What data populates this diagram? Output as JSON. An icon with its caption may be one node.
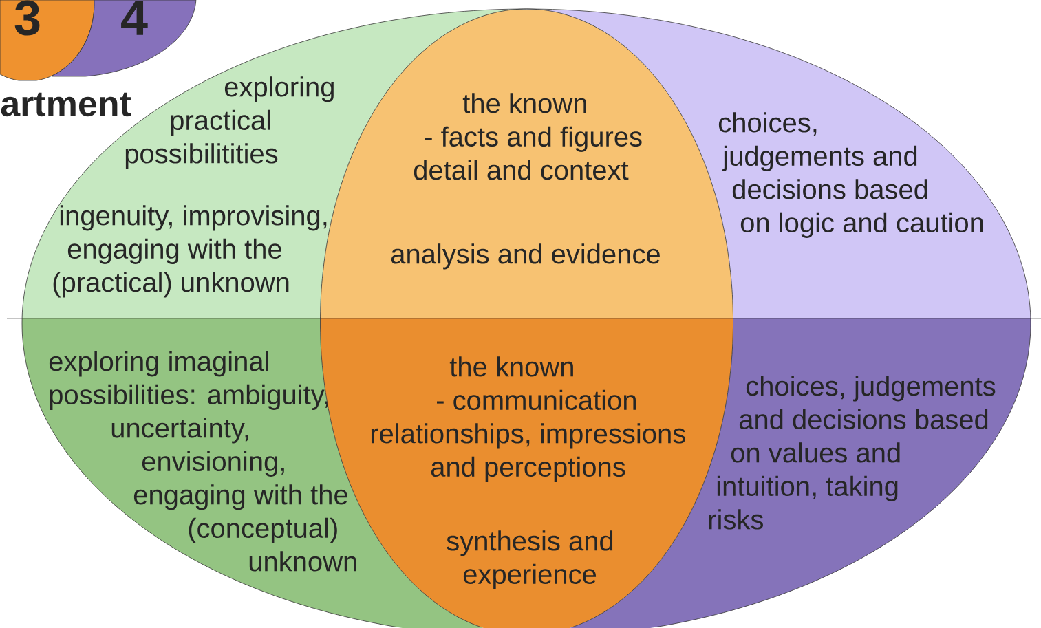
{
  "diagram": {
    "nodes": [
      {
        "text": [
          "3"
        ]
      },
      {
        "text": [
          "4"
        ]
      },
      {
        "text": [
          "exploring practical possibilitities",
          "ingenuity, improvising, engaging with the (practical) unknown"
        ]
      },
      {
        "text": [
          "the known - facts and figures detail and context",
          "analysis and evidence"
        ]
      },
      {
        "text": [
          "choices, judgements and decisions based on logic and caution"
        ]
      },
      {
        "text": [
          "exploring imaginal possibilities: ambiguity, uncertainty, envisioning, engaging with the (conceptual) unknown"
        ]
      },
      {
        "text": [
          "the known - communication relationships, impressions and perceptions",
          "synthesis and experience"
        ]
      },
      {
        "text": [
          "choices, judgements and decisions based on values and intuition, taking risks"
        ]
      }
    ],
    "labels": [
      "artment"
    ]
  }
}
